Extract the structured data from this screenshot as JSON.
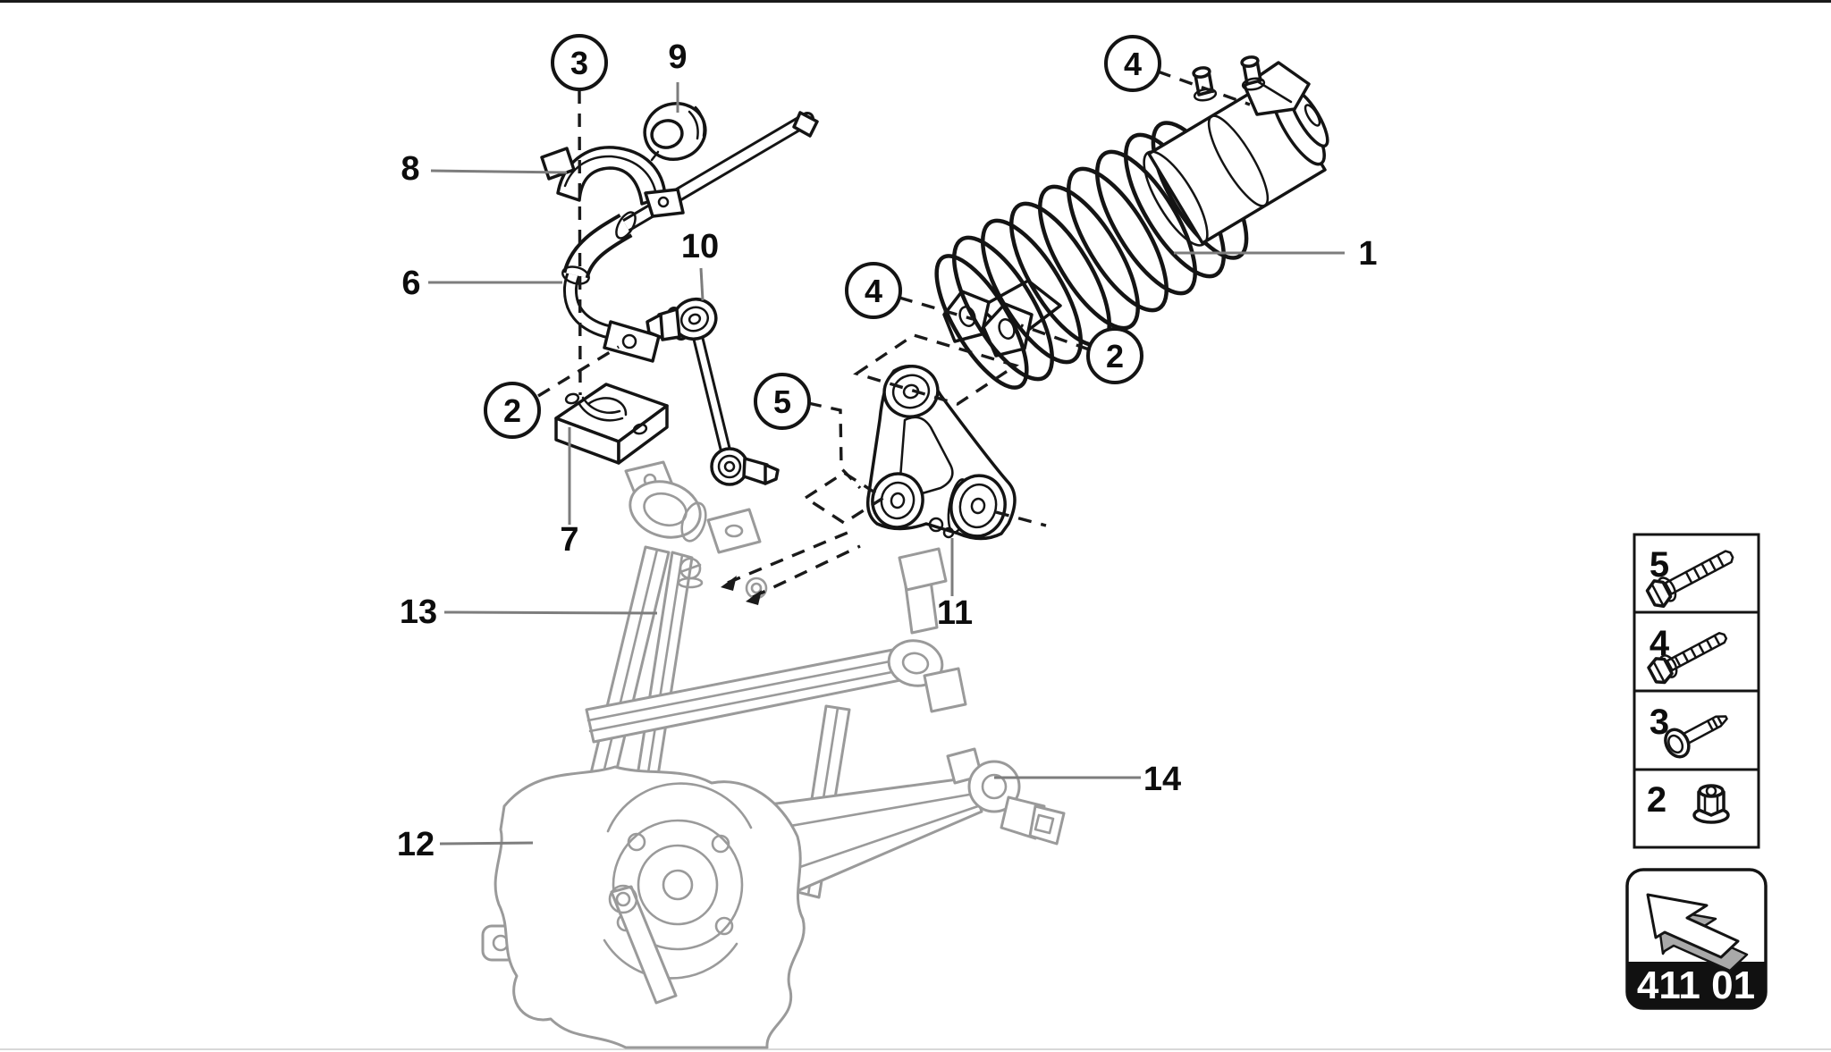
{
  "page": {
    "background": "#ffffff",
    "ink": "#141414",
    "context_gray": "#9a9a9a",
    "dash_color": "#1a1a1a"
  },
  "diagram": {
    "callouts": {
      "c3": "3",
      "c4_top": "4",
      "c4_mid": "4",
      "c2_right": "2",
      "c2_left": "2",
      "c5": "5"
    },
    "labels": {
      "p1": "1",
      "p6": "6",
      "p7": "7",
      "p8": "8",
      "p9": "9",
      "p10": "10",
      "p11": "11",
      "p12": "12",
      "p13": "13",
      "p14": "14"
    }
  },
  "legend": {
    "rows": [
      {
        "number": "5",
        "icon": "hex-flange-bolt-long-icon"
      },
      {
        "number": "4",
        "icon": "hex-flange-bolt-icon"
      },
      {
        "number": "3",
        "icon": "hex-washer-bolt-icon"
      },
      {
        "number": "2",
        "icon": "hex-flange-nut-icon"
      }
    ]
  },
  "badge": {
    "code": "411 01",
    "icon": "page-back-arrow-icon"
  }
}
